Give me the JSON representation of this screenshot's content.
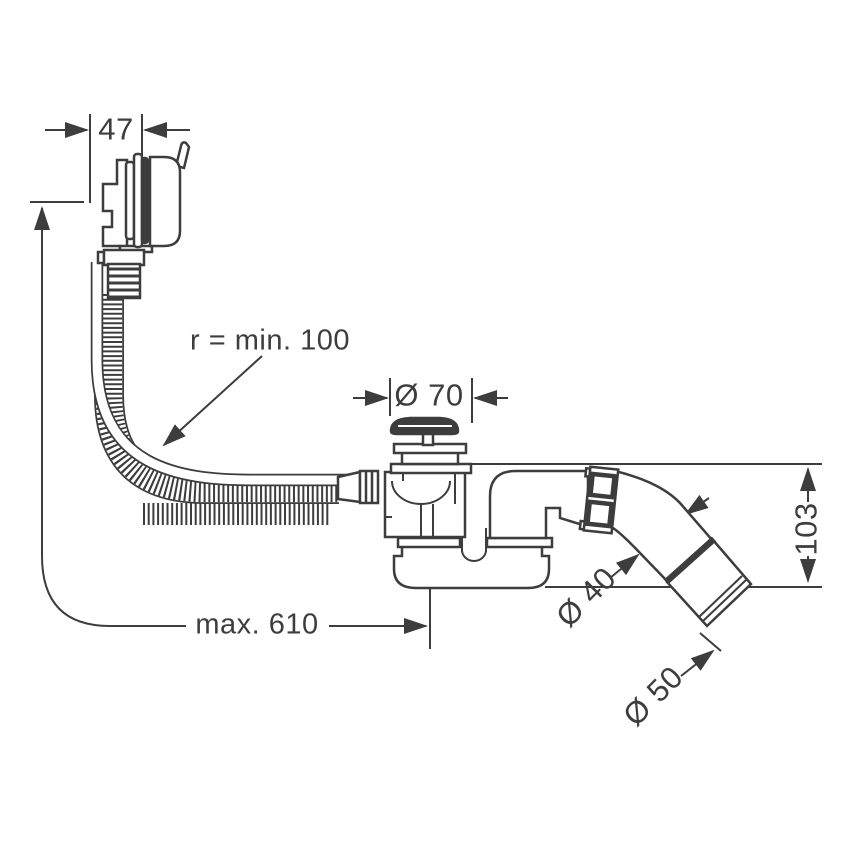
{
  "drawing": {
    "background_color": "#ffffff",
    "line_color": "#3d3d3d",
    "labels": {
      "overflow_width": "47",
      "hose_bend_radius": "r = min. 100",
      "plug_diameter": "Ø 70",
      "max_length": "max. 610",
      "outlet_height": "103",
      "outlet_pipe_diameter": "Ø 40",
      "outlet_sleeve_diameter": "Ø 50"
    }
  }
}
